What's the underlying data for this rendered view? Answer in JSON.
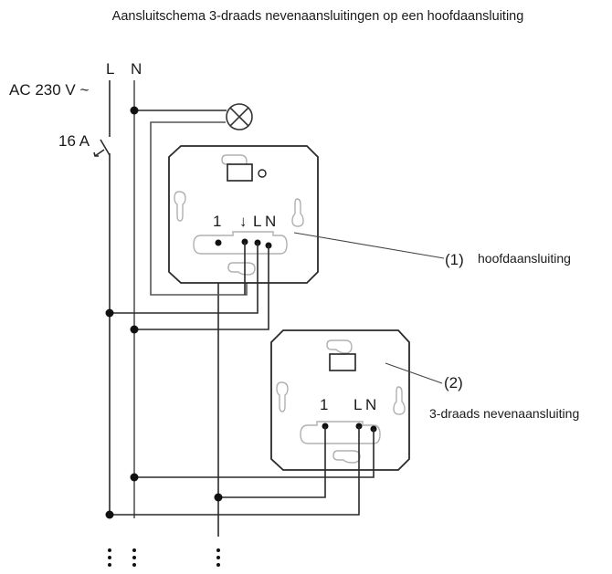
{
  "title": "Aansluitschema 3-draads nevenaansluitingen op een hoofdaansluiting",
  "supply": {
    "voltage_label": "AC 230 V ~",
    "fuse_label": "16 A",
    "line_labels": {
      "L": "L",
      "N": "N"
    }
  },
  "components": {
    "lamp": {
      "icon": "lamp-icon"
    },
    "main_unit": {
      "callout": "(1)",
      "description": "hoofdaansluiting",
      "terminals": [
        "1",
        "↓",
        "L",
        "N"
      ]
    },
    "extension_unit": {
      "callout": "(2)",
      "description": "3-draads nevenaansluiting",
      "terminals": [
        "1",
        "L",
        "N"
      ]
    }
  },
  "continuation_marker": "⋮"
}
